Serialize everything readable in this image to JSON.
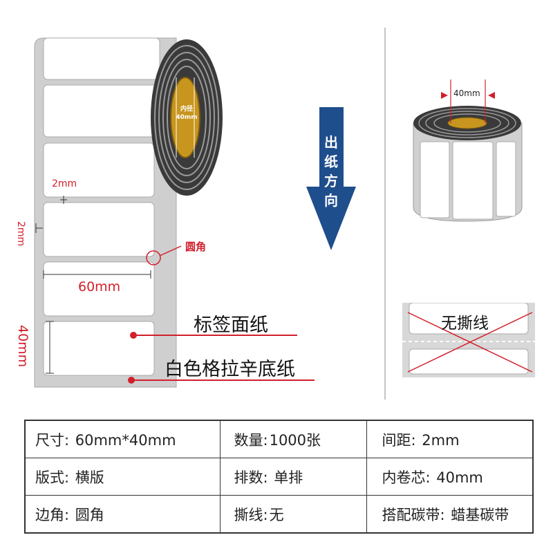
{
  "left_diagram": {
    "core_label_line1": "内径",
    "core_label_line2": "40mm",
    "gap_horizontal": "2mm",
    "gap_vertical": "2mm",
    "corner_label": "圆角",
    "width_label": "60mm",
    "height_label": "40mm",
    "label_paper": "标签面纸",
    "backing_paper": "白色格拉辛底纸"
  },
  "arrow": {
    "text": [
      "出",
      "纸",
      "方",
      "向"
    ],
    "color": "#1f4e8c"
  },
  "right_roll": {
    "core_width": "40mm"
  },
  "no_tear": {
    "label": "无撕线"
  },
  "specs": {
    "rows": [
      [
        {
          "k": "尺寸:",
          "v": " 60mm*40mm"
        },
        {
          "k": "数量:",
          "v": "1000张"
        },
        {
          "k": "间距:",
          "v": " 2mm"
        }
      ],
      [
        {
          "k": "版式:",
          "v": " 横版"
        },
        {
          "k": "排数:",
          "v": " 单排"
        },
        {
          "k": "内卷芯:",
          "v": " 40mm"
        }
      ],
      [
        {
          "k": "边角:",
          "v": " 圆角"
        },
        {
          "k": "撕线:",
          "v": "无"
        },
        {
          "k": "搭配碳带:",
          "v": " 蜡基碳带"
        }
      ]
    ]
  },
  "colors": {
    "accent_red": "#d21f2b",
    "arrow_blue": "#1f4e8c",
    "core_gold": "#c8951e"
  }
}
